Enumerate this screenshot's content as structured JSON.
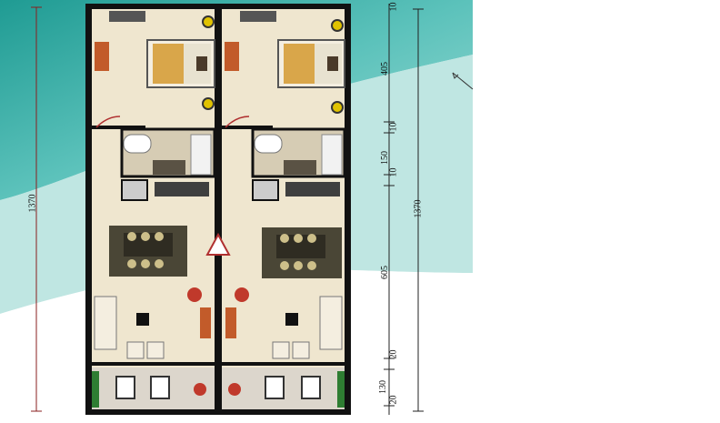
{
  "dimensions": {
    "left_total": "1370",
    "right_total": "1370",
    "segment_bedroom": "405",
    "segment_gap_upper": "10",
    "segment_bath": "150",
    "segment_gap_lower": "10",
    "segment_living": "605",
    "segment_wall": "20",
    "segment_balcony": "130",
    "segment_end": "20",
    "segment_top_cut": "10"
  },
  "colors": {
    "teal_dark": "#2aa49c",
    "teal_light": "#bfe6e2",
    "floor": "#efe6cf",
    "wall": "#111111",
    "bed": "#d9a64a",
    "rug": "#4a4636",
    "accent_red": "#c0392b",
    "plant": "#2e7d32"
  }
}
